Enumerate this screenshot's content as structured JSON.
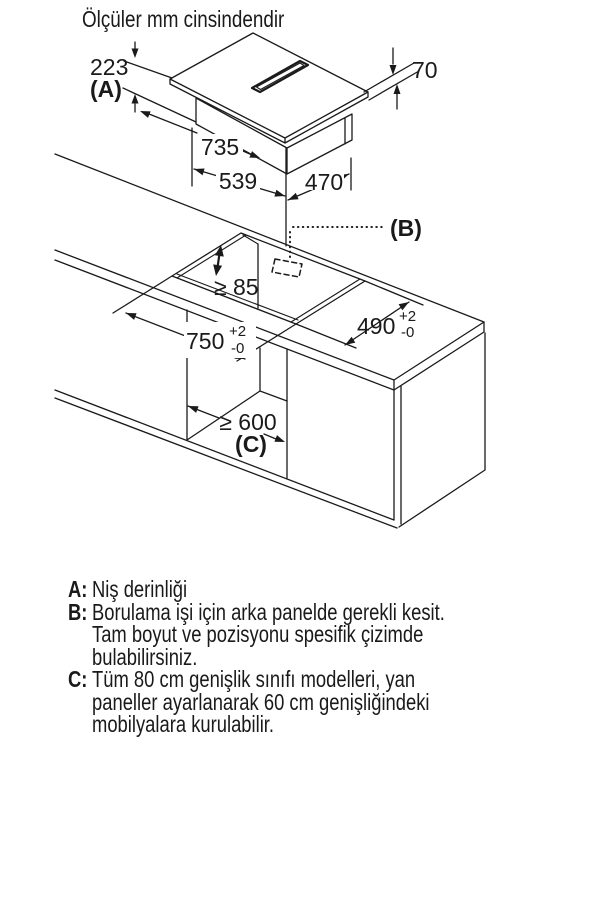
{
  "title": "Ölçüler mm cinsindendir",
  "dimensions": {
    "d223": "223",
    "labelA": "(A)",
    "d70": "70",
    "d735": "735",
    "d539": "539",
    "d470": "470",
    "labelB": "(B)",
    "min85": "≥ 85",
    "d750": "750",
    "tol_plus": "+2",
    "tol_minus": "-0",
    "d490": "490",
    "min600": "≥ 600",
    "labelC": "(C)"
  },
  "legend": {
    "items": [
      {
        "label": "A:",
        "text": "Niş derinliği"
      },
      {
        "label": "B:",
        "text": "Borulama işi için arka panelde gerekli kesit.\nTam boyut ve pozisyonu spesifik çizimde\nbulabilirsiniz."
      },
      {
        "label": "C:",
        "text": "Tüm 80 cm genişlik sınıfı modelleri, yan\npaneller ayarlanarak 60 cm genişliğindeki\nmobilyalara kurulabilir."
      }
    ]
  },
  "colors": {
    "ink": "#1a1a1a",
    "background": "#ffffff"
  }
}
